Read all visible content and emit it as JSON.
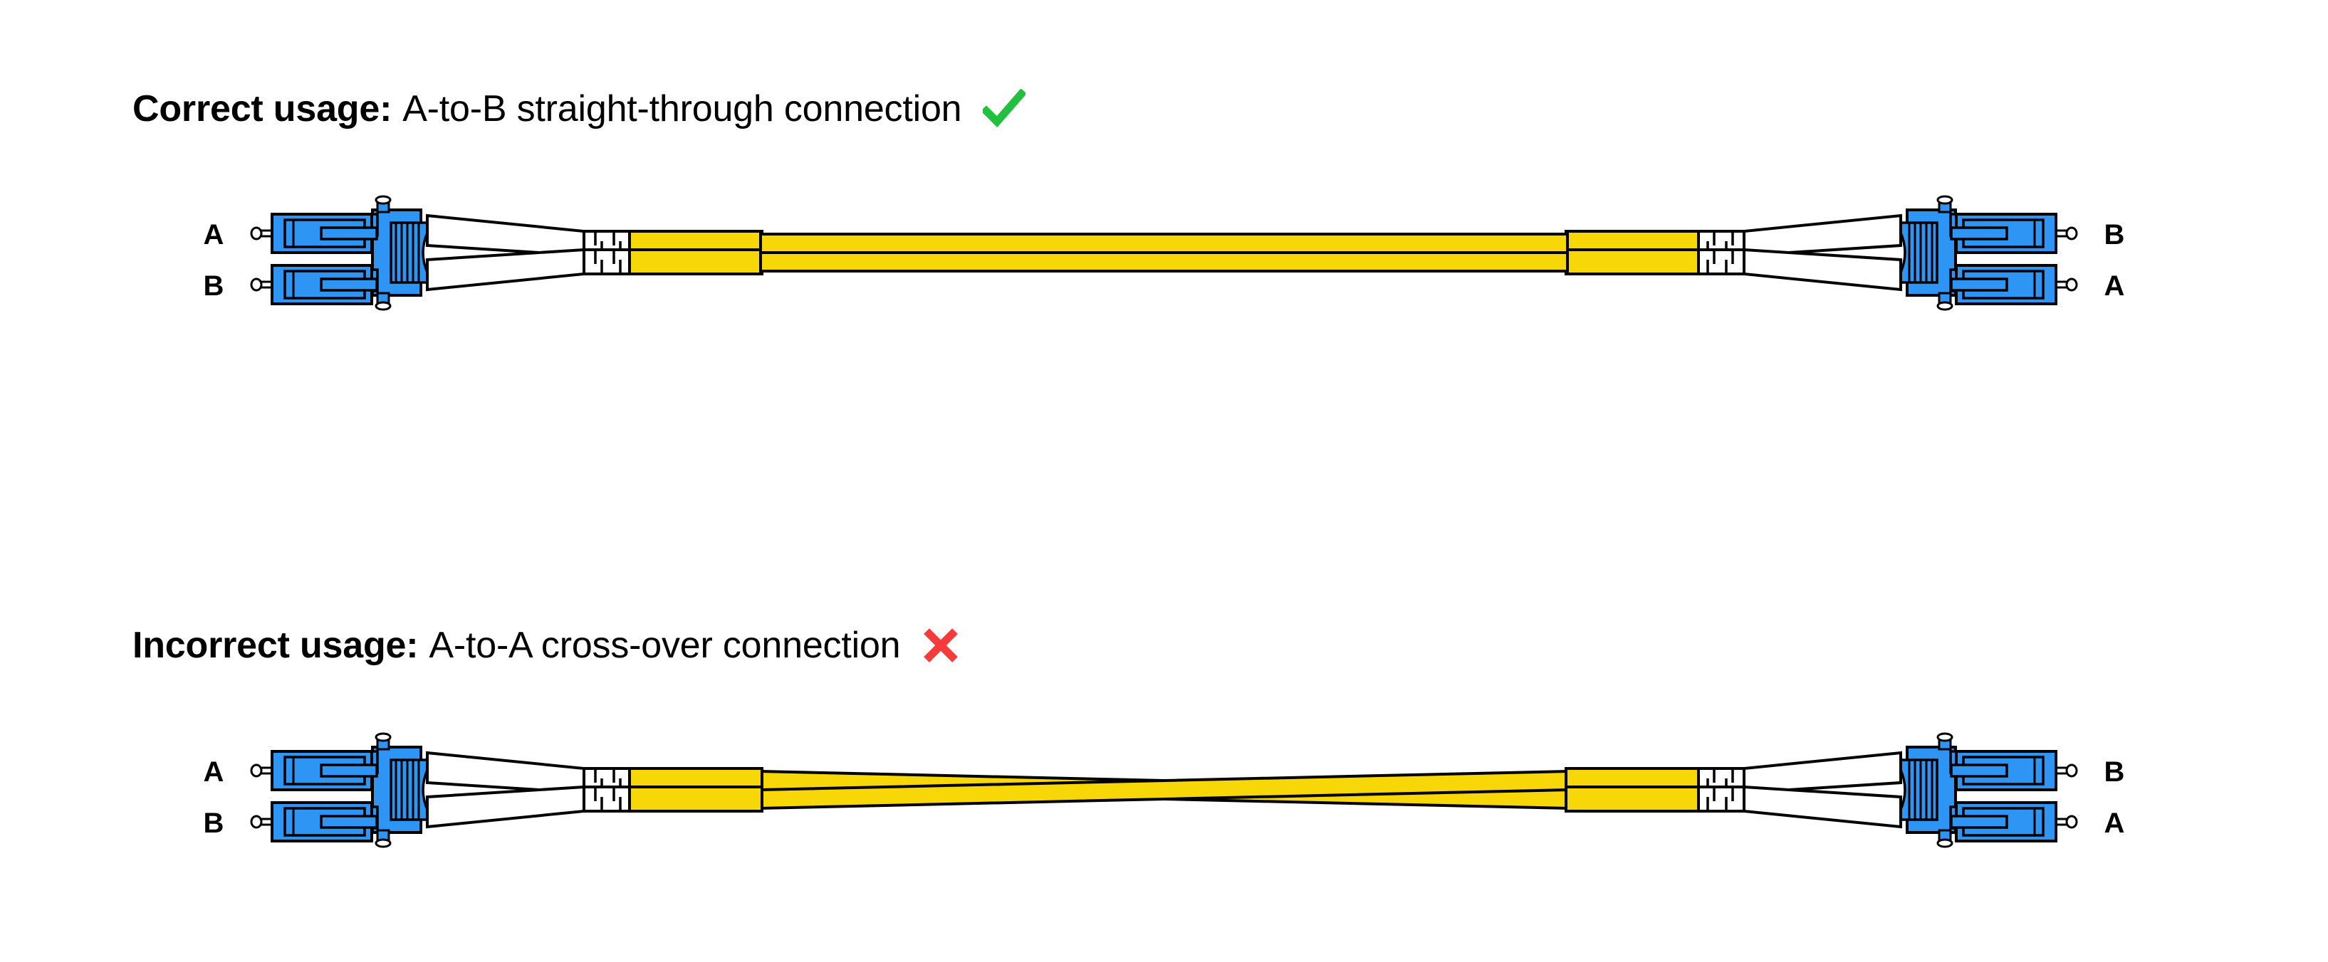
{
  "figures": [
    {
      "id": "correct",
      "caption_label": "Correct usage:",
      "caption_text": "A-to-B straight-through connection",
      "mark_icon": "check-mark-icon",
      "mark_color": "#22c03e",
      "left_connector": {
        "name": "lc-duplex-connector-left",
        "top_label": "A",
        "bottom_label": "B"
      },
      "right_connector": {
        "name": "lc-duplex-connector-right",
        "top_label": "B",
        "bottom_label": "A"
      },
      "routing": "straight",
      "fiber_color": "#f7d708",
      "connector_color": "#2e95f4"
    },
    {
      "id": "incorrect",
      "caption_label": "Incorrect usage:",
      "caption_text": "A-to-A cross-over connection",
      "mark_icon": "cross-mark-icon",
      "mark_color": "#f73b3b",
      "left_connector": {
        "name": "lc-duplex-connector-left",
        "top_label": "A",
        "bottom_label": "B"
      },
      "right_connector": {
        "name": "lc-duplex-connector-right",
        "top_label": "B",
        "bottom_label": "A"
      },
      "routing": "crossed",
      "fiber_color": "#f7d708",
      "connector_color": "#2e95f4"
    }
  ]
}
